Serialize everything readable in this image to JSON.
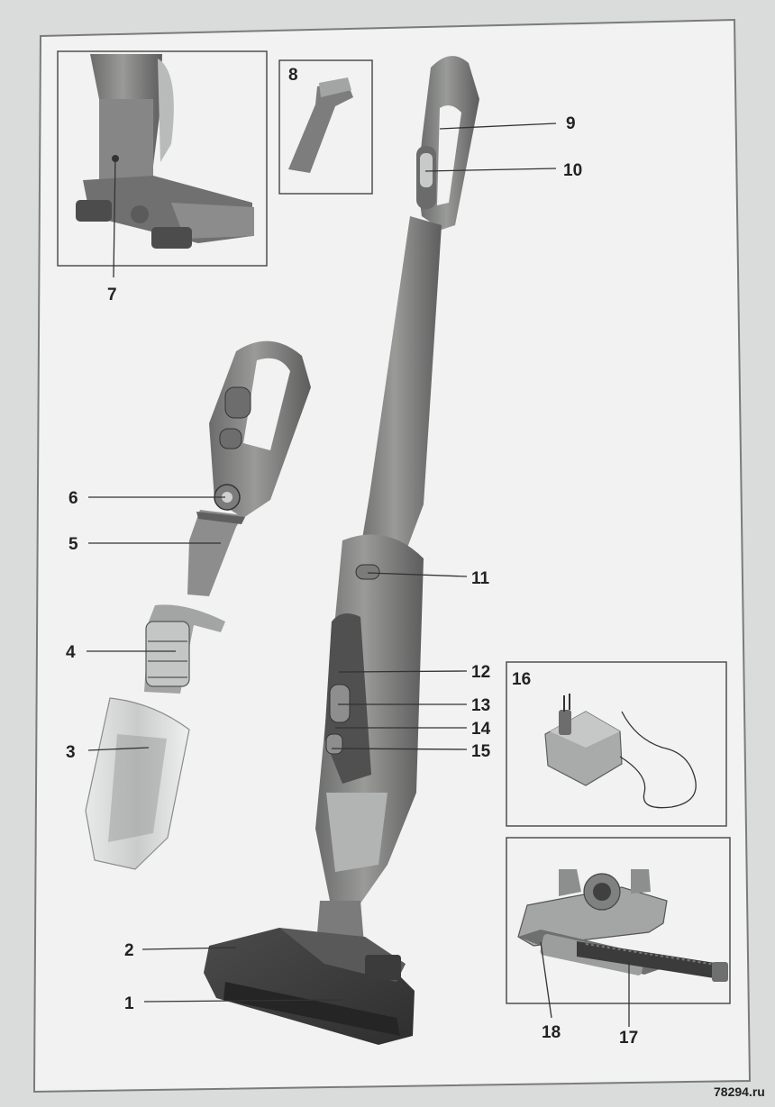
{
  "callouts": {
    "c1": "1",
    "c2": "2",
    "c3": "3",
    "c4": "4",
    "c5": "5",
    "c6": "6",
    "c7": "7",
    "c8": "8",
    "c9": "9",
    "c10": "10",
    "c11": "11",
    "c12": "12",
    "c13": "13",
    "c14": "14",
    "c15": "15",
    "c16": "16",
    "c17": "17",
    "c18": "18"
  },
  "watermark": "78294.ru"
}
